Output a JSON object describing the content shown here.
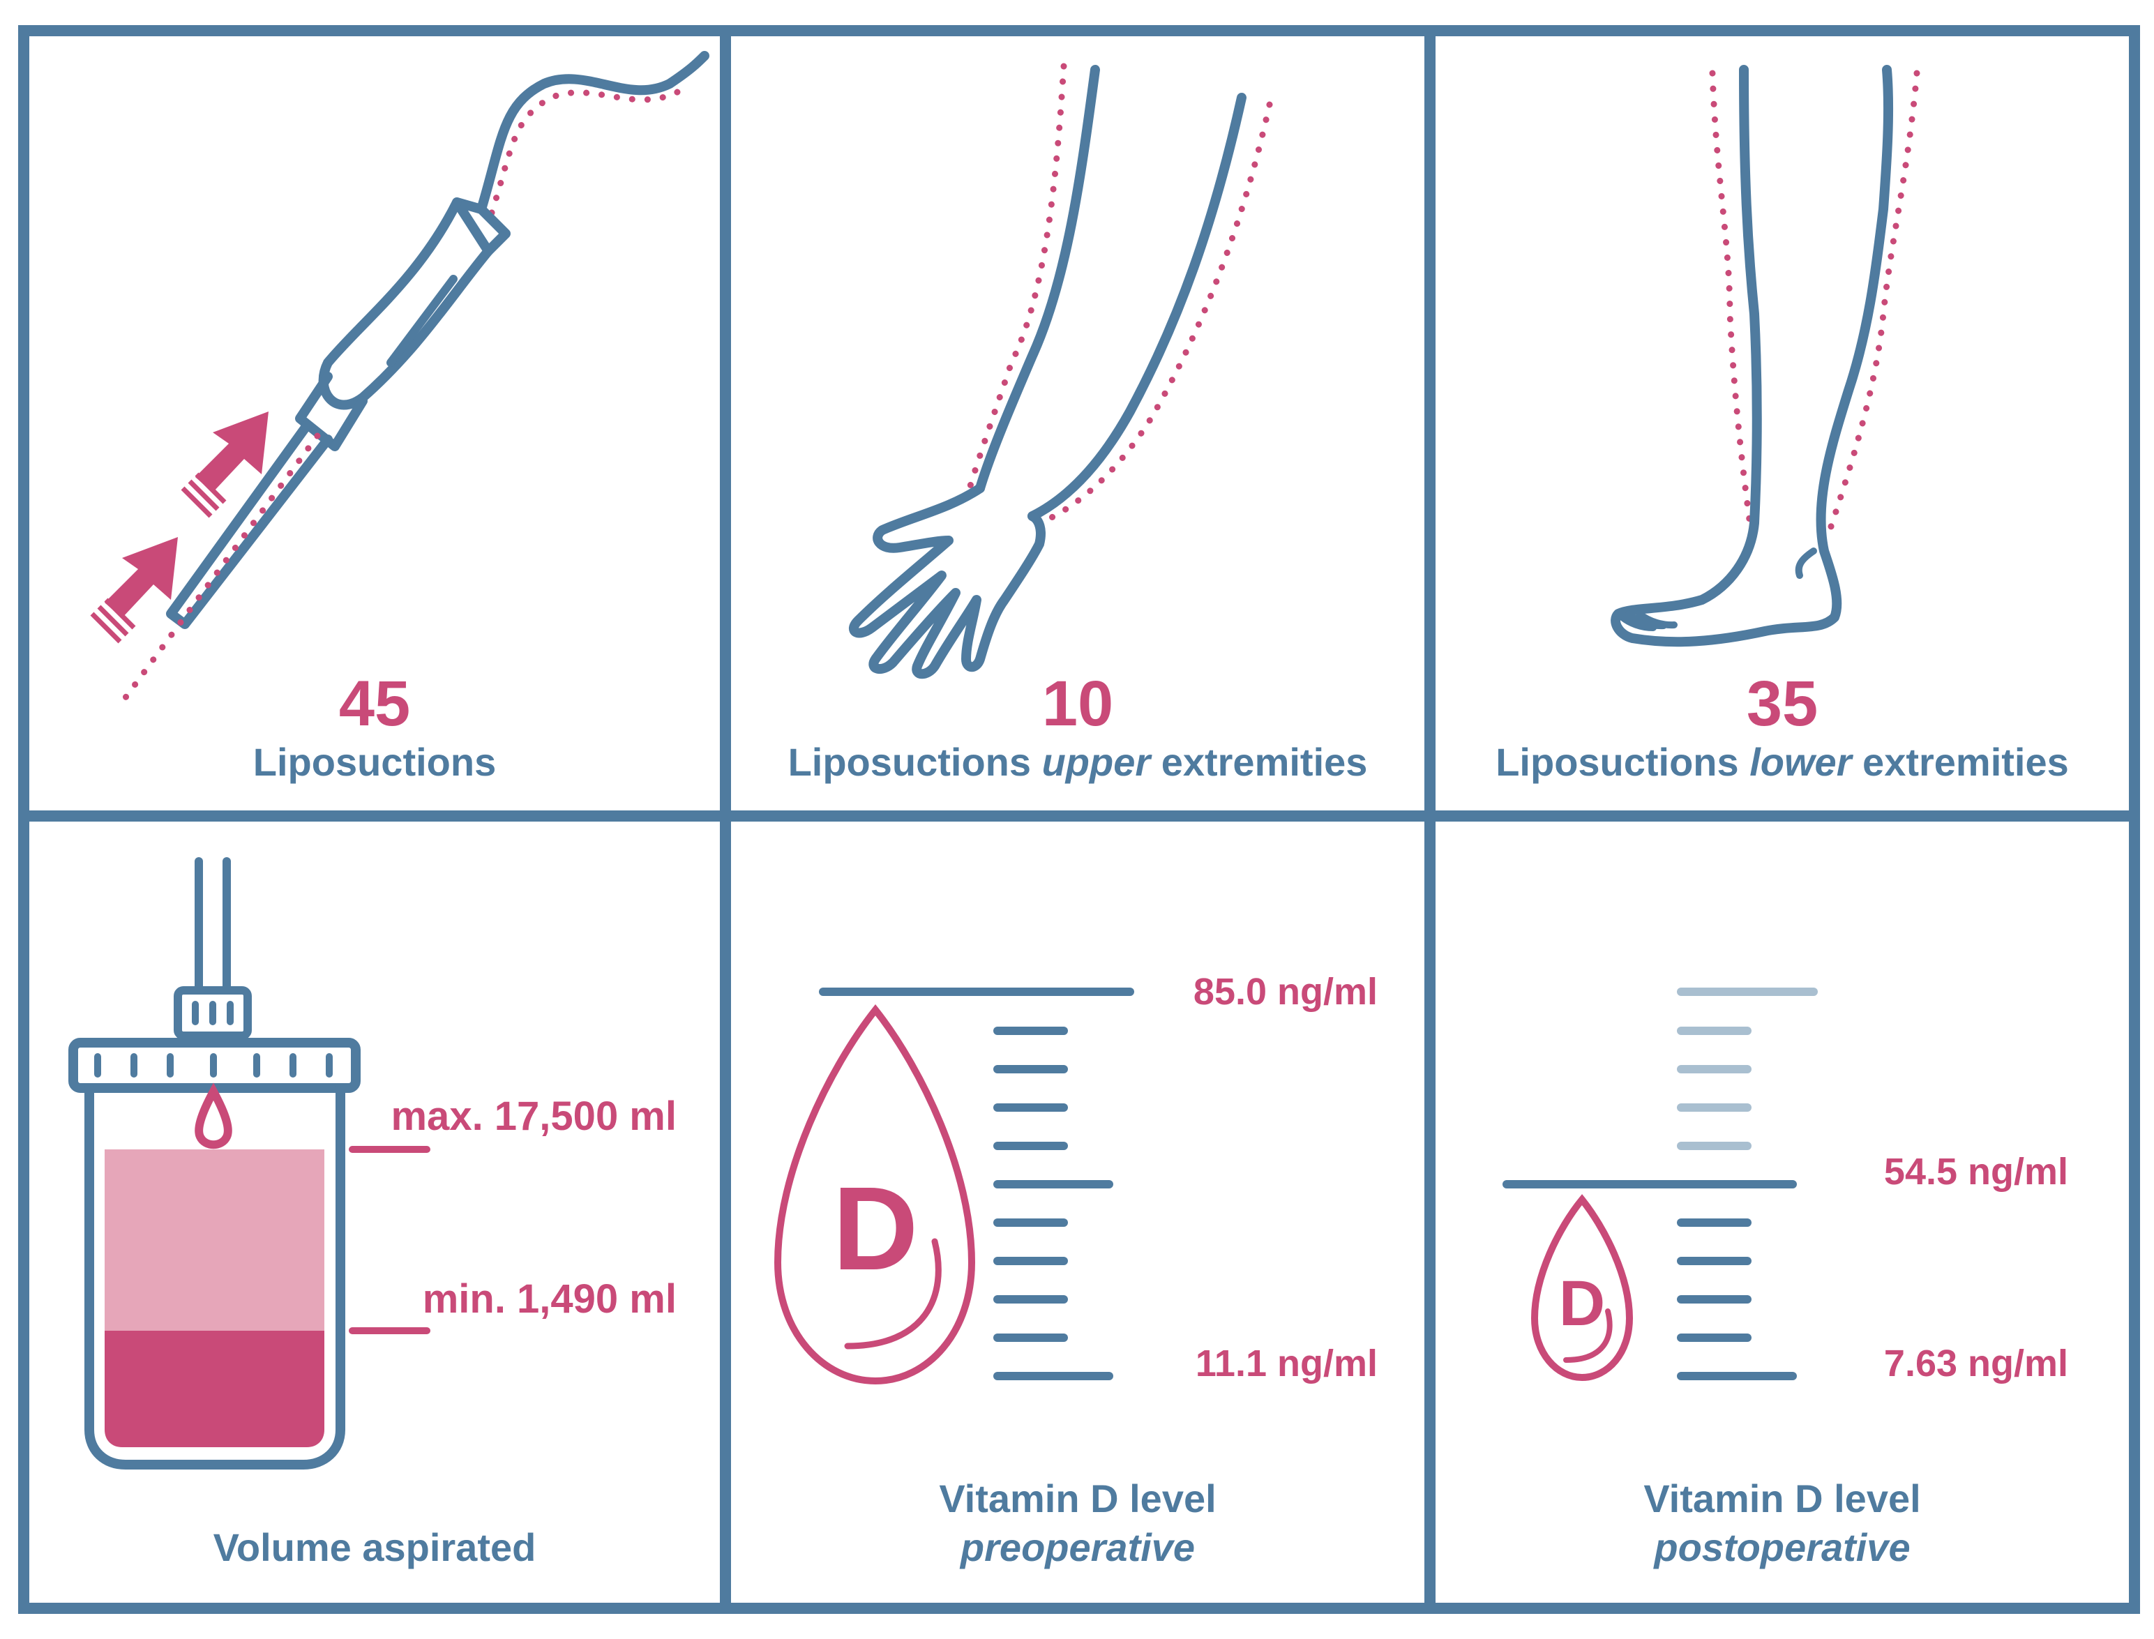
{
  "panels": {
    "liposuctions": {
      "count": "45",
      "label": "Liposuctions"
    },
    "upper": {
      "count": "10",
      "label_a": "Liposuctions ",
      "label_em": "upper",
      "label_b": " extremities"
    },
    "lower": {
      "count": "35",
      "label_a": "Liposuctions ",
      "label_em": "lower",
      "label_b": " extremities"
    },
    "volume": {
      "max": "max. 17,500 ml",
      "min": "min. 1,490 ml",
      "label": "Volume aspirated"
    },
    "vitd_pre": {
      "high": "85.0 ng/ml",
      "low": "11.1 ng/ml",
      "letter": "D",
      "label_a": "Vitamin D level",
      "label_b": "preoperative"
    },
    "vitd_post": {
      "high": "54.5 ng/ml",
      "low": "7.63 ng/ml",
      "letter": "D",
      "label_a": "Vitamin D level",
      "label_b": "postoperative"
    }
  },
  "colors": {
    "frame": "#4f7b9f",
    "accent": "#c94a78",
    "accent_light": "#e6a6b9",
    "faded": "#a9bfd0"
  },
  "icons": [
    "liposuction-cannula-icon",
    "arm-icon",
    "leg-icon",
    "collection-jar-icon",
    "vitamin-d-drop-icon",
    "measuring-scale-icon"
  ]
}
